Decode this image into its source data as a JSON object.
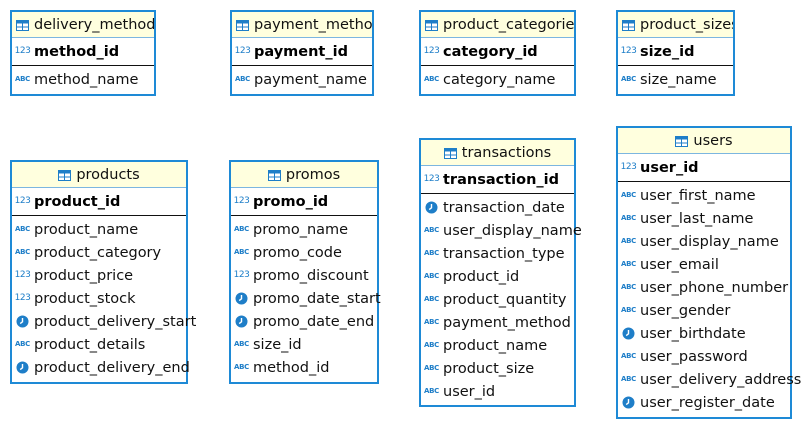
{
  "entities": [
    {
      "id": "delivery_methods",
      "name": "delivery_methods",
      "pk": {
        "name": "method_id",
        "type": "int"
      },
      "columns": [
        {
          "name": "method_name",
          "type": "text"
        }
      ]
    },
    {
      "id": "payment_method",
      "name": "payment_method",
      "pk": {
        "name": "payment_id",
        "type": "int"
      },
      "columns": [
        {
          "name": "payment_name",
          "type": "text"
        }
      ]
    },
    {
      "id": "product_categories",
      "name": "product_categories",
      "pk": {
        "name": "category_id",
        "type": "int"
      },
      "columns": [
        {
          "name": "category_name",
          "type": "text"
        }
      ]
    },
    {
      "id": "product_sizes",
      "name": "product_sizes",
      "pk": {
        "name": "size_id",
        "type": "int"
      },
      "columns": [
        {
          "name": "size_name",
          "type": "text"
        }
      ]
    },
    {
      "id": "products",
      "name": "products",
      "pk": {
        "name": "product_id",
        "type": "int"
      },
      "columns": [
        {
          "name": "product_name",
          "type": "text"
        },
        {
          "name": "product_category",
          "type": "text"
        },
        {
          "name": "product_price",
          "type": "number"
        },
        {
          "name": "product_stock",
          "type": "number"
        },
        {
          "name": "product_delivery_start",
          "type": "datetime"
        },
        {
          "name": "product_details",
          "type": "text"
        },
        {
          "name": "product_delivery_end",
          "type": "datetime"
        }
      ]
    },
    {
      "id": "promos",
      "name": "promos",
      "pk": {
        "name": "promo_id",
        "type": "int"
      },
      "columns": [
        {
          "name": "promo_name",
          "type": "text"
        },
        {
          "name": "promo_code",
          "type": "text"
        },
        {
          "name": "promo_discount",
          "type": "number"
        },
        {
          "name": "promo_date_start",
          "type": "datetime"
        },
        {
          "name": "promo_date_end",
          "type": "datetime"
        },
        {
          "name": "size_id",
          "type": "text"
        },
        {
          "name": "method_id",
          "type": "text"
        }
      ]
    },
    {
      "id": "transactions",
      "name": "transactions",
      "pk": {
        "name": "transaction_id",
        "type": "int"
      },
      "columns": [
        {
          "name": "transaction_date",
          "type": "datetime"
        },
        {
          "name": "user_display_name",
          "type": "text"
        },
        {
          "name": "transaction_type",
          "type": "text"
        },
        {
          "name": "product_id",
          "type": "text"
        },
        {
          "name": "product_quantity",
          "type": "text"
        },
        {
          "name": "payment_method",
          "type": "text"
        },
        {
          "name": "product_name",
          "type": "text"
        },
        {
          "name": "product_size",
          "type": "text"
        },
        {
          "name": "user_id",
          "type": "text"
        }
      ]
    },
    {
      "id": "users",
      "name": "users",
      "pk": {
        "name": "user_id",
        "type": "int"
      },
      "columns": [
        {
          "name": "user_first_name",
          "type": "text"
        },
        {
          "name": "user_last_name",
          "type": "text"
        },
        {
          "name": "user_display_name",
          "type": "text"
        },
        {
          "name": "user_email",
          "type": "text"
        },
        {
          "name": "user_phone_number",
          "type": "text"
        },
        {
          "name": "user_gender",
          "type": "text"
        },
        {
          "name": "user_birthdate",
          "type": "datetime"
        },
        {
          "name": "user_password",
          "type": "text"
        },
        {
          "name": "user_delivery_address",
          "type": "text"
        },
        {
          "name": "user_register_date",
          "type": "datetime"
        }
      ]
    }
  ],
  "type_icons": {
    "text": {
      "name": "text-type-icon",
      "glyph": "ABC"
    },
    "number": {
      "name": "number-type-icon",
      "glyph": "123"
    },
    "int": {
      "name": "key-number-type-icon",
      "glyph": "123"
    },
    "datetime": {
      "name": "clock-type-icon",
      "glyph": ""
    }
  },
  "colors": {
    "border": "#1e8ad6",
    "header": "#ffffde",
    "icon": "#1e7ec8"
  }
}
